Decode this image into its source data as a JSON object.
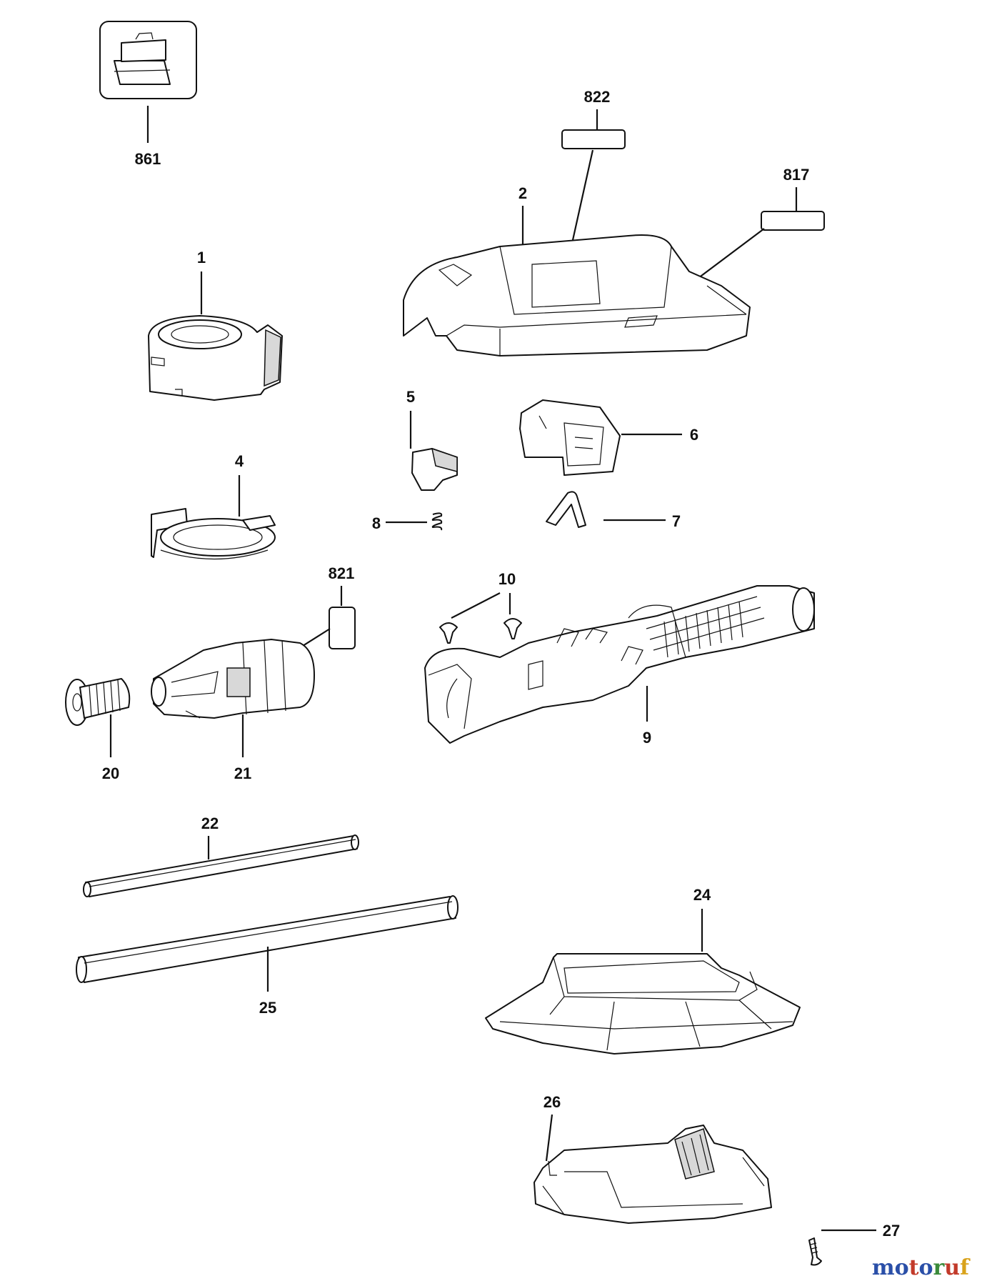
{
  "labels": {
    "p861": "861",
    "p822": "822",
    "p817": "817",
    "p2": "2",
    "p1": "1",
    "p5": "5",
    "p6": "6",
    "p4": "4",
    "p8": "8",
    "p7": "7",
    "p821": "821",
    "p10": "10",
    "p20": "20",
    "p21": "21",
    "p9": "9",
    "p22": "22",
    "p24": "24",
    "p25": "25",
    "p26": "26",
    "p27": "27"
  },
  "watermark": {
    "letters": [
      "m",
      "o",
      "t",
      "o",
      "r",
      "u",
      "f"
    ],
    "colors": [
      "#2a4fa8",
      "#2a4fa8",
      "#c23a2a",
      "#2a4fa8",
      "#3a8a3a",
      "#c23a2a",
      "#d9a21a"
    ]
  }
}
